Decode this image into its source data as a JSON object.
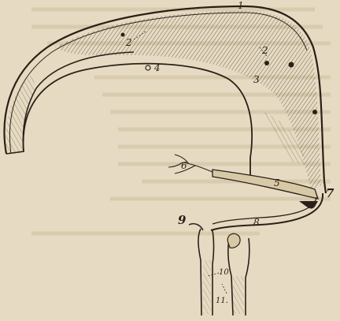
{
  "figure": {
    "labels": {
      "l1": "1",
      "l2": "2",
      "l2b": "2",
      "l3": "3",
      "l4": "4",
      "l5": "5",
      "l6": "6",
      "l7": "7",
      "l8": "8",
      "l9": "9",
      "l10": "10",
      "l11": "11."
    },
    "colors": {
      "paper": "#e6dbc2",
      "ink": "#2a2018"
    }
  }
}
